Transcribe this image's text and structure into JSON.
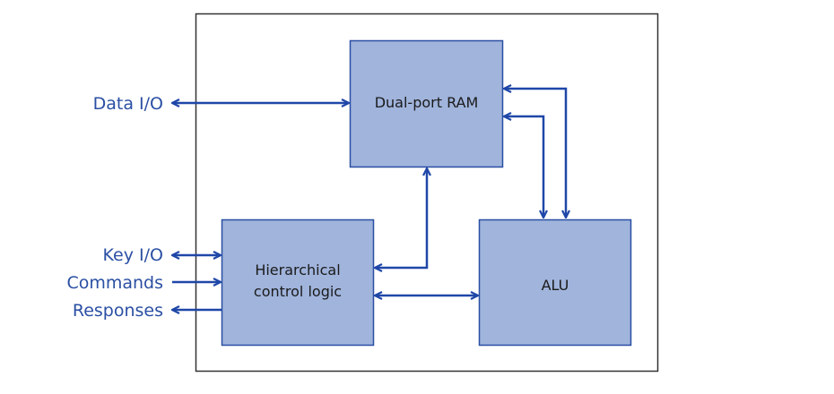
{
  "diagram": {
    "colors": {
      "block_fill": "#a0b4dc",
      "block_stroke": "#2a4fa3",
      "arrow": "#1f47a8",
      "external_label": "#2a4fa3",
      "frame": "#333333"
    },
    "blocks": {
      "ram": {
        "label": "Dual-port RAM"
      },
      "control": {
        "label_line1": "Hierarchical",
        "label_line2": "control logic"
      },
      "alu": {
        "label": "ALU"
      }
    },
    "external_ports": {
      "data_io": "Data I/O",
      "key_io": "Key I/O",
      "commands": "Commands",
      "responses": "Responses"
    },
    "connections": [
      {
        "from": "Data I/O",
        "to": "Dual-port RAM",
        "direction": "bidirectional"
      },
      {
        "from": "Key I/O",
        "to": "Hierarchical control logic",
        "direction": "bidirectional"
      },
      {
        "from": "Commands",
        "to": "Hierarchical control logic",
        "direction": "in"
      },
      {
        "from": "Hierarchical control logic",
        "to": "Responses",
        "direction": "out"
      },
      {
        "from": "Hierarchical control logic",
        "to": "Dual-port RAM",
        "direction": "bidirectional"
      },
      {
        "from": "Hierarchical control logic",
        "to": "ALU",
        "direction": "bidirectional"
      },
      {
        "from": "ALU",
        "to": "Dual-port RAM",
        "direction": "bidirectional",
        "port": 1
      },
      {
        "from": "ALU",
        "to": "Dual-port RAM",
        "direction": "bidirectional",
        "port": 2
      }
    ]
  }
}
